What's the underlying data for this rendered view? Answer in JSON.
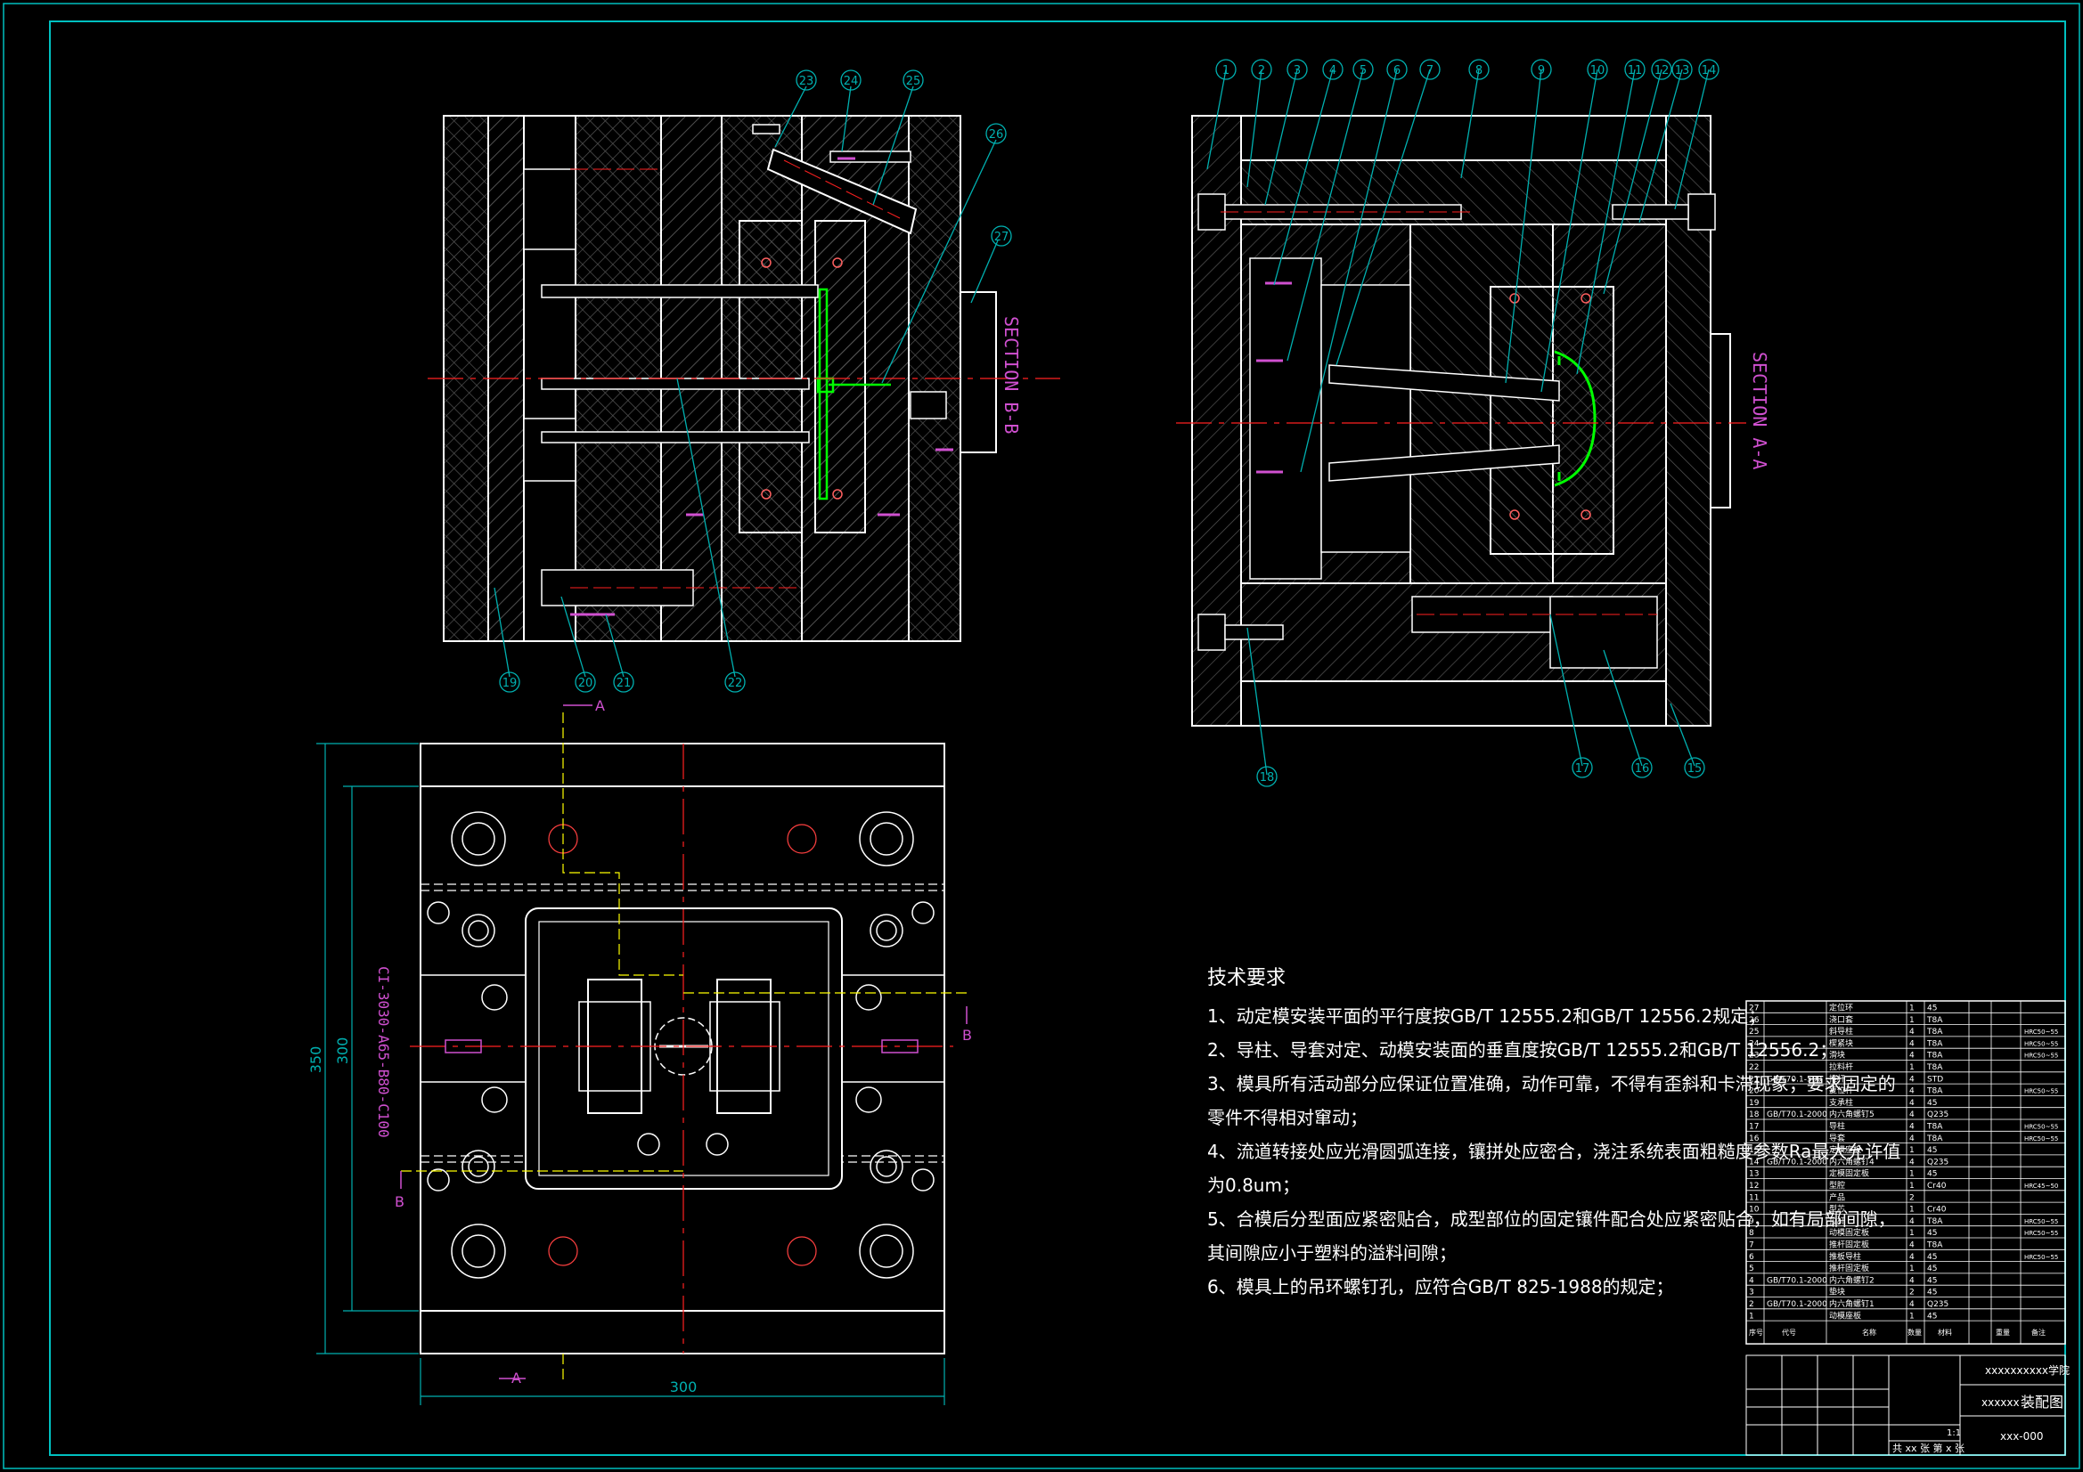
{
  "views": {
    "section_bb": "SECTION B-B",
    "section_aa": "SECTION A-A"
  },
  "balloons_bb": [
    "23",
    "24",
    "25",
    "26",
    "27",
    "19",
    "20",
    "21",
    "22"
  ],
  "balloons_aa": [
    "1",
    "2",
    "3",
    "4",
    "5",
    "6",
    "7",
    "8",
    "9",
    "10",
    "11",
    "12",
    "13",
    "14",
    "15",
    "16",
    "17",
    "18"
  ],
  "dimensions": {
    "height_outer": "350",
    "height_inner": "300",
    "width": "300",
    "base_code": "CI-3030-A65-B80-C100"
  },
  "cut_marks": {
    "a": "A",
    "b": "B"
  },
  "tech_requirements": {
    "title": "技术要求",
    "lines": [
      "1、动定模安装平面的平行度按GB/T 12555.2和GB/T 12556.2规定；",
      "2、导柱、导套对定、动模安装面的垂直度按GB/T 12555.2和GB/T 12556.2；",
      "3、模具所有活动部分应保证位置准确，动作可靠，不得有歪斜和卡滞现象；要求固定的",
      "   零件不得相对窜动；",
      "4、流道转接处应光滑圆弧连接，镶拼处应密合，浇注系统表面粗糙度参数Ra最大允许值",
      "   为0.8um；",
      "5、合模后分型面应紧密贴合，成型部位的固定镶件配合处应紧密贴合，如有局部间隙，",
      "   其间隙应小于塑料的溢料间隙；",
      "6、模具上的吊环螺钉孔，应符合GB/T 825-1988的规定；"
    ]
  },
  "bom": [
    {
      "no": "27",
      "std": "",
      "name": "定位环",
      "qty": "1",
      "mat": "45",
      "note": ""
    },
    {
      "no": "26",
      "std": "",
      "name": "浇口套",
      "qty": "1",
      "mat": "T8A",
      "note": ""
    },
    {
      "no": "25",
      "std": "",
      "name": "斜导柱",
      "qty": "4",
      "mat": "T8A",
      "note": "HRC50~55"
    },
    {
      "no": "24",
      "std": "",
      "name": "楔紧块",
      "qty": "4",
      "mat": "T8A",
      "note": "HRC50~55"
    },
    {
      "no": "23",
      "std": "",
      "name": "滑块",
      "qty": "4",
      "mat": "T8A",
      "note": "HRC50~55"
    },
    {
      "no": "22",
      "std": "",
      "name": "拉料杆",
      "qty": "1",
      "mat": "T8A",
      "note": ""
    },
    {
      "no": "21",
      "std": "GB/T70.1-500",
      "name": "推杆",
      "qty": "4",
      "mat": "STD",
      "note": ""
    },
    {
      "no": "20",
      "std": "",
      "name": "复位杆",
      "qty": "4",
      "mat": "T8A",
      "note": "HRC50~55"
    },
    {
      "no": "19",
      "std": "",
      "name": "支承柱",
      "qty": "4",
      "mat": "45",
      "note": ""
    },
    {
      "no": "18",
      "std": "GB/T70.1-2000",
      "name": "内六角螺钉5",
      "qty": "4",
      "mat": "Q235",
      "note": ""
    },
    {
      "no": "17",
      "std": "",
      "name": "导柱",
      "qty": "4",
      "mat": "T8A",
      "note": "HRC50~55"
    },
    {
      "no": "16",
      "std": "",
      "name": "导套",
      "qty": "4",
      "mat": "T8A",
      "note": "HRC50~55"
    },
    {
      "no": "15",
      "std": "",
      "name": "定模座板",
      "qty": "1",
      "mat": "45",
      "note": ""
    },
    {
      "no": "14",
      "std": "GB/T70.1-2000",
      "name": "内六角螺钉4",
      "qty": "4",
      "mat": "Q235",
      "note": ""
    },
    {
      "no": "13",
      "std": "",
      "name": "定模固定板",
      "qty": "1",
      "mat": "45",
      "note": ""
    },
    {
      "no": "12",
      "std": "",
      "name": "型腔",
      "qty": "1",
      "mat": "Cr40",
      "note": "HRC45~50"
    },
    {
      "no": "11",
      "std": "",
      "name": "产品",
      "qty": "2",
      "mat": "",
      "note": ""
    },
    {
      "no": "10",
      "std": "",
      "name": "型芯",
      "qty": "1",
      "mat": "Cr40",
      "note": ""
    },
    {
      "no": "9",
      "std": "",
      "name": "拉杆",
      "qty": "4",
      "mat": "T8A",
      "note": "HRC50~55"
    },
    {
      "no": "8",
      "std": "",
      "name": "动模固定板",
      "qty": "1",
      "mat": "45",
      "note": "HRC50~55"
    },
    {
      "no": "7",
      "std": "",
      "name": "推杆固定板",
      "qty": "4",
      "mat": "T8A",
      "note": ""
    },
    {
      "no": "6",
      "std": "",
      "name": "推板导柱",
      "qty": "4",
      "mat": "45",
      "note": "HRC50~55"
    },
    {
      "no": "5",
      "std": "",
      "name": "推杆固定板",
      "qty": "1",
      "mat": "45",
      "note": ""
    },
    {
      "no": "4",
      "std": "GB/T70.1-2000",
      "name": "内六角螺钉2",
      "qty": "4",
      "mat": "45",
      "note": ""
    },
    {
      "no": "3",
      "std": "",
      "name": "垫块",
      "qty": "2",
      "mat": "45",
      "note": ""
    },
    {
      "no": "2",
      "std": "GB/T70.1-2000",
      "name": "内六角螺钉1",
      "qty": "4",
      "mat": "Q235",
      "note": ""
    },
    {
      "no": "1",
      "std": "",
      "name": "动模座板",
      "qty": "1",
      "mat": "45",
      "note": ""
    }
  ],
  "bom_header": {
    "no": "序号",
    "std": "代号",
    "name": "名称",
    "qty": "数量",
    "mat": "材料",
    "weight": "重量",
    "note": "备注"
  },
  "title_block": {
    "school": "xxxxxxxxxx学院",
    "drawing_prefix": "xxxxxx",
    "drawing_title": "装配图",
    "scale": "1:1",
    "sheets": "共 xx 张  第 x 张",
    "code": "xxx-000"
  },
  "colors": {
    "outline": "#ffffff",
    "hatch": "#4a4a4a",
    "center": "#ff2020",
    "leader": "#00b0b0",
    "magenta": "#d050d0",
    "green": "#00ff00",
    "yellow": "#ffff00",
    "frame": "#00c0c0"
  }
}
